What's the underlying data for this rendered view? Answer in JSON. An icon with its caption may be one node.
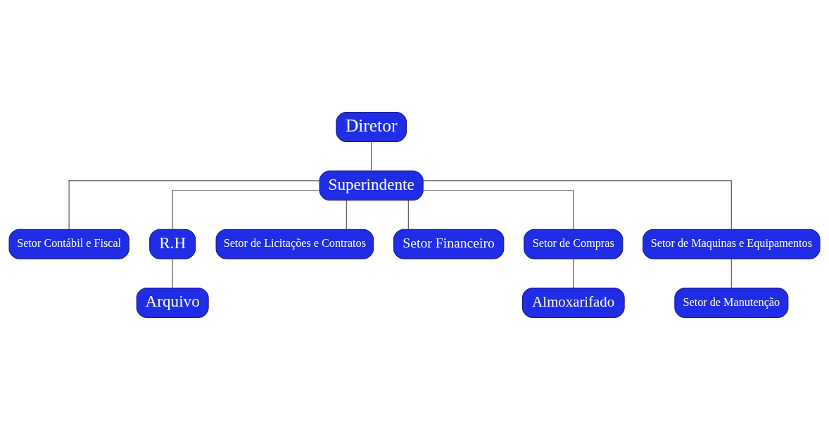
{
  "diagram": {
    "nodes": [
      {
        "text": [
          "Diretor"
        ]
      },
      {
        "text": [
          "Superindente"
        ]
      },
      {
        "text": [
          "Setor Contábil e Fiscal"
        ]
      },
      {
        "text": [
          "R.H"
        ]
      },
      {
        "text": [
          "Setor de Licitações e Contratos"
        ]
      },
      {
        "text": [
          "Setor Financeiro"
        ]
      },
      {
        "text": [
          "Setor de Compras"
        ]
      },
      {
        "text": [
          "Setor de Maquinas e Equipamentos"
        ]
      },
      {
        "text": [
          "Arquivo"
        ]
      },
      {
        "text": [
          "Almoxarifado"
        ]
      },
      {
        "text": [
          "Setor de Manutenção"
        ]
      }
    ],
    "edges": [
      {
        "from": 0,
        "to": 1,
        "arrow": "none"
      },
      {
        "from": 1,
        "to": 2,
        "arrow": "none"
      },
      {
        "from": 1,
        "to": 3,
        "arrow": "none"
      },
      {
        "from": 1,
        "to": 4,
        "arrow": "none"
      },
      {
        "from": 1,
        "to": 5,
        "arrow": "none"
      },
      {
        "from": 1,
        "to": 6,
        "arrow": "none"
      },
      {
        "from": 1,
        "to": 7,
        "arrow": "none"
      },
      {
        "from": 3,
        "to": 8,
        "arrow": "none"
      },
      {
        "from": 6,
        "to": 9,
        "arrow": "none"
      },
      {
        "from": 7,
        "to": 10,
        "arrow": "none"
      }
    ]
  }
}
